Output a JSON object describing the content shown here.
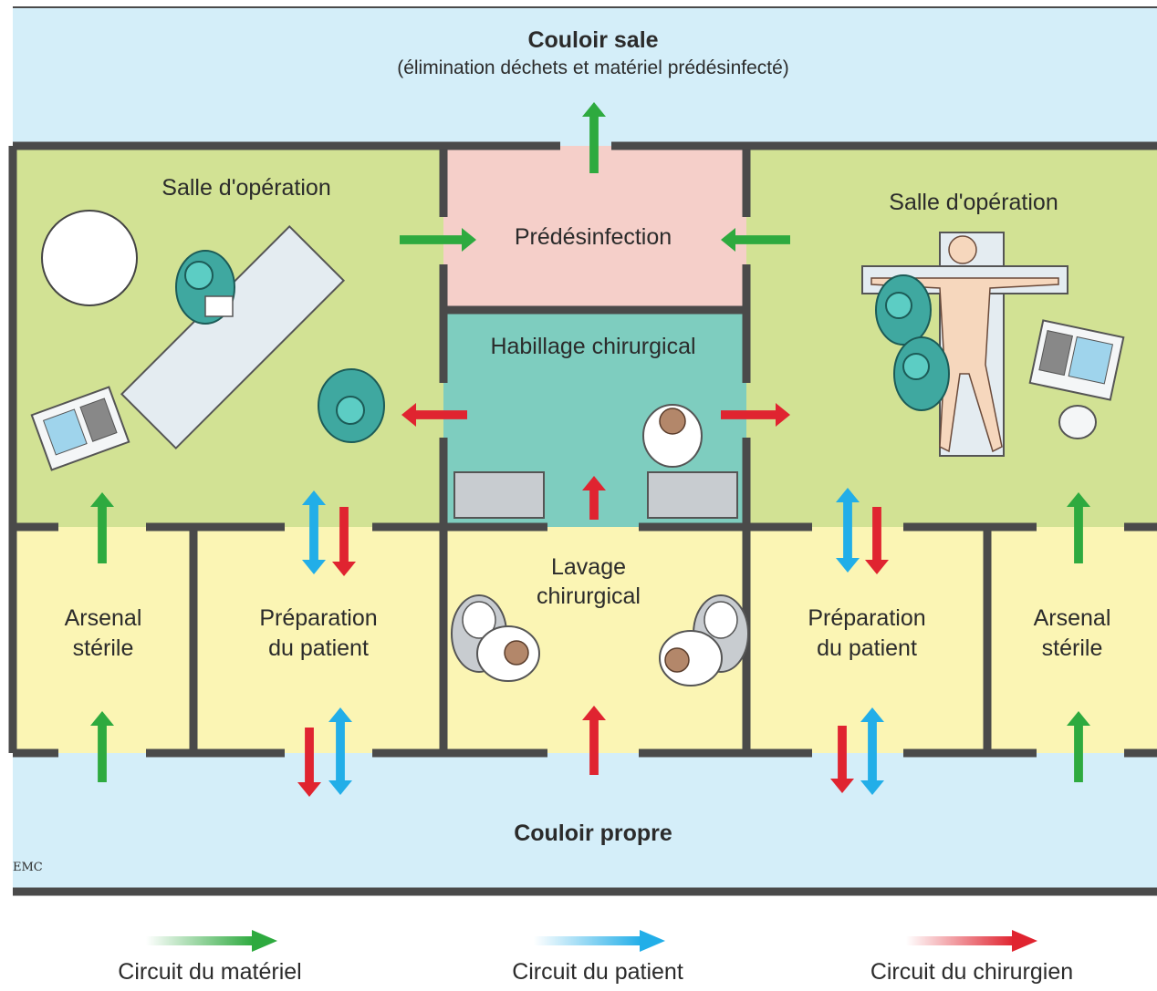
{
  "corridor_dirty": {
    "title": "Couloir sale",
    "subtitle": "(élimination déchets et matériel prédésinfecté)"
  },
  "corridor_clean": {
    "title": "Couloir propre"
  },
  "rooms": {
    "or_left": "Salle d'opération",
    "or_right": "Salle d'opération",
    "predesinfection": "Prédésinfection",
    "habillage": "Habillage chirurgical",
    "lavage_line1": "Lavage",
    "lavage_line2": "chirurgical",
    "arsenal_left_line1": "Arsenal",
    "arsenal_left_line2": "stérile",
    "prep_left_line1": "Préparation",
    "prep_left_line2": "du patient",
    "prep_right_line1": "Préparation",
    "prep_right_line2": "du patient",
    "arsenal_right_line1": "Arsenal",
    "arsenal_right_line2": "stérile"
  },
  "logo": "EMC",
  "legend": [
    {
      "label": "Circuit du matériel",
      "color": "#2eaa3f",
      "icon": "green-arrow-icon"
    },
    {
      "label": "Circuit du patient",
      "color": "#22aee8",
      "icon": "blue-arrow-icon"
    },
    {
      "label": "Circuit du chirurgien",
      "color": "#e02430",
      "icon": "red-arrow-icon"
    }
  ],
  "colors": {
    "corridor": "#d4eef9",
    "operating_room": "#d2e294",
    "predesinfection": "#f5cfc9",
    "habillage": "#7ecdbf",
    "lower_rooms": "#fbf5b4",
    "wall": "#4a4a4a",
    "material": "#2eaa3f",
    "patient": "#22aee8",
    "surgeon": "#e02430"
  }
}
